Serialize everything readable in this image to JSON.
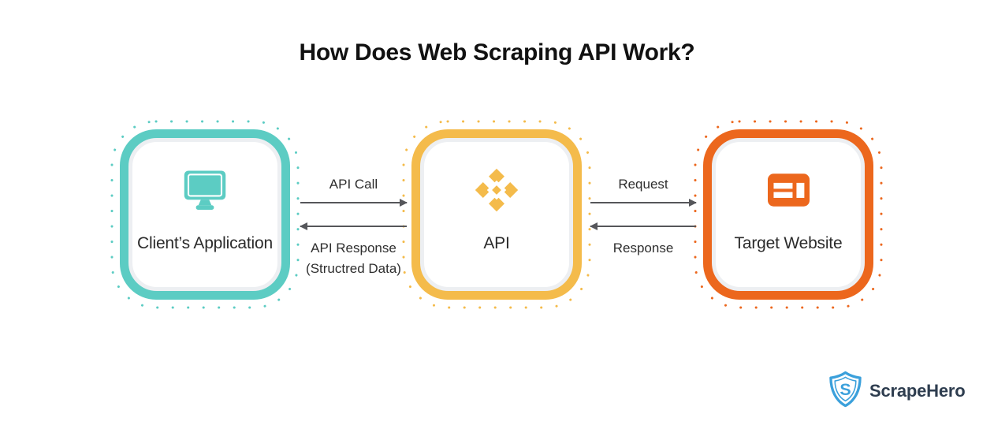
{
  "title": "How Does Web Scraping API Work?",
  "cards": [
    {
      "label": "Client’s Application",
      "icon": "monitor-icon",
      "color": "#5CCCC3"
    },
    {
      "label": "API",
      "icon": "api-diamonds-icon",
      "color": "#F4BB4B"
    },
    {
      "label": "Target Website",
      "icon": "browser-layout-icon",
      "color": "#EC671D"
    }
  ],
  "arrows": {
    "api_call": "API Call",
    "api_response_line1": "API Response",
    "api_response_line2": "(Structred Data)",
    "request": "Request",
    "response": "Response"
  },
  "logo": {
    "text": "ScrapeHero"
  },
  "colors": {
    "arrow_gray": "#55565A",
    "inner_ring_gray": "#EDEFF2",
    "title_text": "#111111",
    "label_text": "#2B2B2B",
    "logo_blue": "#3BA0DB",
    "logo_navy": "#2E3D4F"
  }
}
